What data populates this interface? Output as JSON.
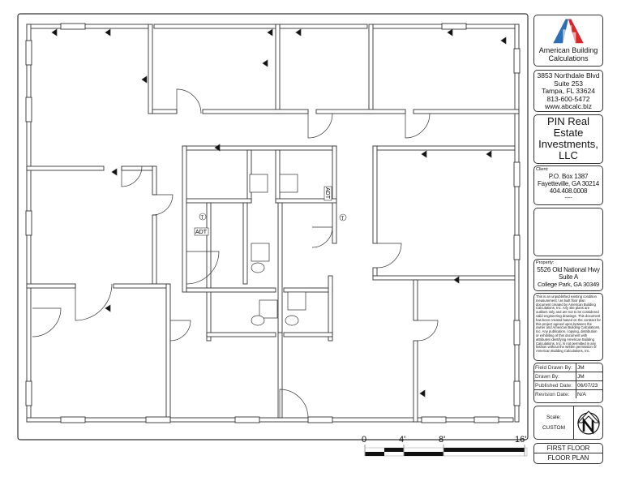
{
  "company": {
    "name": "American Building Calculations",
    "logo_colors": {
      "red": "#d8262b",
      "blue": "#2d6fb5"
    },
    "address": [
      "3853 Northdale Blvd",
      "Suite 253",
      "Tampa, FL 33624",
      "813-600-5472",
      "www.abcalc.biz"
    ]
  },
  "client_name": "PIN Real Estate Investments, LLC",
  "client": {
    "label": "Client:",
    "lines": [
      "P.O. Box 1387",
      "Fayetteville, GA 30214",
      "404.408.0008",
      "-----"
    ]
  },
  "property": {
    "label": "Property:",
    "lines": [
      "5526 Old National Hwy",
      "Suite A",
      "College Park, GA 30349"
    ]
  },
  "disclaimer": "This is an unpublished existing condition measurement / as built floor plan document created by American Building Calculations, Inc. Any site plans are outlines only and are not to be considered valid engineering drawings. This document has been created based on the contract for this project agreed upon between the owner and American Building Calculations, Inc. Any publication, copying, distribution or exhibiting of this document with attributes identifying American Building Calculations, Inc. is not permitted in any fashion without the written permission of American Building Calculations, Inc.",
  "info": [
    {
      "key": "Field Drawn By:",
      "value": "JM"
    },
    {
      "key": "Drawn By:",
      "value": "JM"
    },
    {
      "key": "Published Date:",
      "value": "06/07/23"
    },
    {
      "key": "Revision Date:",
      "value": "N/A"
    }
  ],
  "scale": {
    "label": "Scale:",
    "value": "CUSTOM",
    "north_icon": "north-arrow-icon"
  },
  "floor": {
    "line1": "FIRST FLOOR",
    "line2": "FLOOR PLAN"
  },
  "scale_bar": {
    "ticks": [
      "0",
      "4'",
      "8'",
      "16'"
    ]
  },
  "plan_labels": {
    "adt": "ADT",
    "thermostat": "T"
  }
}
